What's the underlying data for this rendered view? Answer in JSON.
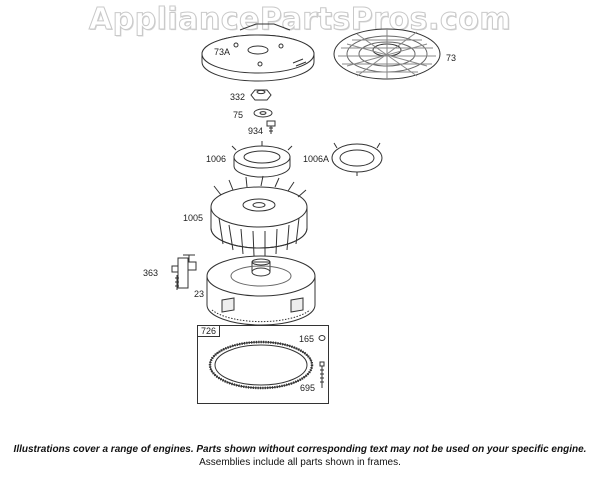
{
  "watermark": "AppliancePartsPros.com",
  "callouts": {
    "c73a": "73A",
    "c73": "73",
    "c332": "332",
    "c75": "75",
    "c934": "934",
    "c1006": "1006",
    "c1006a": "1006A",
    "c1005": "1005",
    "c363": "363",
    "c23": "23",
    "c726": "726",
    "c165": "165",
    "c695": "695"
  },
  "notes": {
    "line1": "Illustrations cover a range of engines. Parts shown without corresponding text may not be used on your specific engine.",
    "line2": "Assemblies include all parts shown in frames."
  }
}
